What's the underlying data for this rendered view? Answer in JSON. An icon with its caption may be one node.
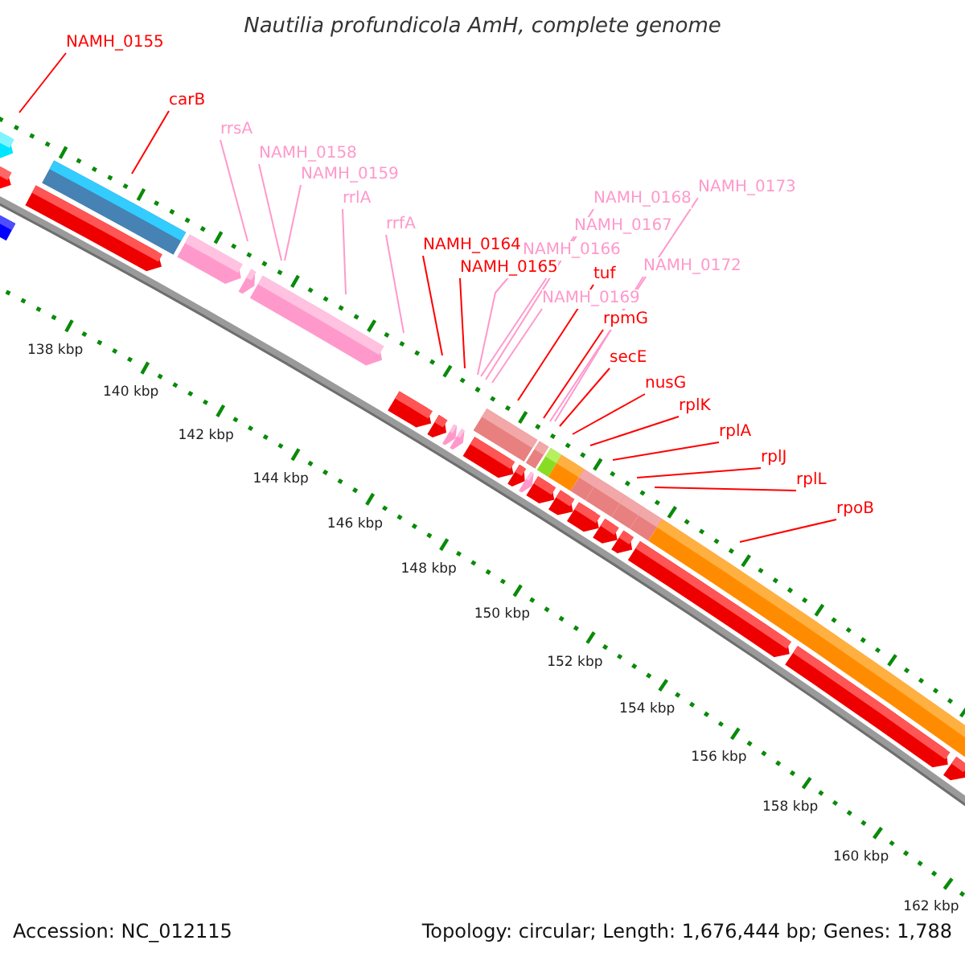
{
  "diagram": {
    "title": "Nautilia profundicola AmH, complete genome",
    "nodes": [
      {
        "text": [
          "NAMH_0155"
        ]
      },
      {
        "text": [
          "carB"
        ]
      },
      {
        "text": [
          "rrsA"
        ]
      },
      {
        "text": [
          "NAMH_0158"
        ]
      },
      {
        "text": [
          "NAMH_0159"
        ]
      },
      {
        "text": [
          "rrlA"
        ]
      },
      {
        "text": [
          "NAMH_0173"
        ]
      },
      {
        "text": [
          "NAMH_0168"
        ]
      },
      {
        "text": [
          "rrfA"
        ]
      },
      {
        "text": [
          "NAMH_0167"
        ]
      },
      {
        "text": [
          "NAMH_0164"
        ]
      },
      {
        "text": [
          "NAMH_0166"
        ]
      },
      {
        "text": [
          "NAMH_0172"
        ]
      },
      {
        "text": [
          "NAMH_0165"
        ]
      },
      {
        "text": [
          "tuf"
        ]
      },
      {
        "text": [
          "NAMH_0169"
        ]
      },
      {
        "text": [
          "rpmG"
        ]
      },
      {
        "text": [
          "secE"
        ]
      },
      {
        "text": [
          "nusG"
        ]
      },
      {
        "text": [
          "rplK"
        ]
      },
      {
        "text": [
          "rplA"
        ]
      },
      {
        "text": [
          "rplJ"
        ]
      },
      {
        "text": [
          "rplL"
        ]
      },
      {
        "text": [
          "rpoB"
        ]
      }
    ],
    "edges": [
      {
        "from": 0,
        "to": null,
        "arrow": "none"
      },
      {
        "from": 1,
        "to": null,
        "arrow": "none"
      },
      {
        "from": 2,
        "to": null,
        "arrow": "none",
        "color": "#ff99cc"
      },
      {
        "from": 3,
        "to": null,
        "arrow": "none",
        "color": "#ff99cc"
      },
      {
        "from": 4,
        "to": null,
        "arrow": "none",
        "color": "#ff99cc"
      },
      {
        "from": 5,
        "to": null,
        "arrow": "none",
        "color": "#ff99cc"
      },
      {
        "from": 6,
        "to": null,
        "arrow": "none",
        "color": "#ff99cc"
      },
      {
        "from": 7,
        "to": null,
        "arrow": "none",
        "color": "#ff99cc"
      },
      {
        "from": 8,
        "to": null,
        "arrow": "none",
        "color": "#ff99cc"
      },
      {
        "from": 9,
        "to": null,
        "arrow": "none",
        "color": "#ff99cc"
      },
      {
        "from": 10,
        "to": null,
        "arrow": "none"
      },
      {
        "from": 11,
        "to": null,
        "arrow": "none",
        "color": "#ff99cc"
      },
      {
        "from": 12,
        "to": null,
        "arrow": "none",
        "color": "#ff99cc"
      },
      {
        "from": 13,
        "to": null,
        "arrow": "none"
      },
      {
        "from": 14,
        "to": null,
        "arrow": "none"
      },
      {
        "from": 15,
        "to": null,
        "arrow": "none",
        "color": "#ff99cc"
      },
      {
        "from": 16,
        "to": null,
        "arrow": "none"
      },
      {
        "from": 17,
        "to": null,
        "arrow": "none"
      },
      {
        "from": 18,
        "to": null,
        "arrow": "none"
      },
      {
        "from": 19,
        "to": null,
        "arrow": "none"
      },
      {
        "from": 20,
        "to": null,
        "arrow": "none"
      },
      {
        "from": 21,
        "to": null,
        "arrow": "none"
      },
      {
        "from": 22,
        "to": null,
        "arrow": "none"
      },
      {
        "from": 23,
        "to": null,
        "arrow": "none"
      }
    ],
    "labels": [
      "138 kbp",
      "140 kbp",
      "142 kbp",
      "144 kbp",
      "146 kbp",
      "148 kbp",
      "150 kbp",
      "152 kbp",
      "154 kbp",
      "156 kbp",
      "158 kbp",
      "160 kbp",
      "162 kbp",
      "Accession: NC_012115",
      "Topology: circular; Length: 1,676,444 bp; Genes: 1,788"
    ]
  }
}
